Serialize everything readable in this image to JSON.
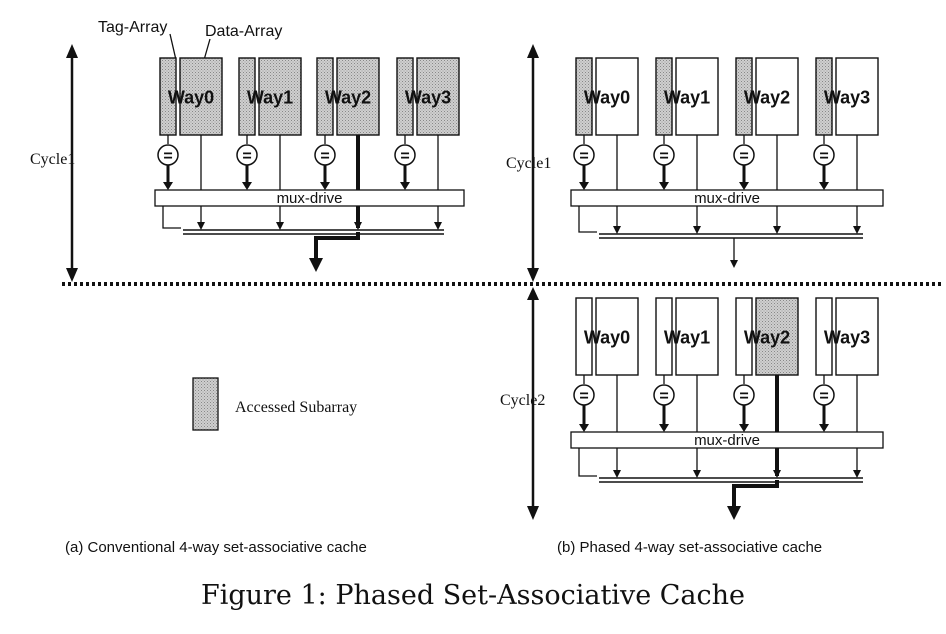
{
  "figure": {
    "caption": "Figure 1: Phased Set-Associative Cache",
    "labels": {
      "tag_array": "Tag-Array",
      "data_array": "Data-Array",
      "cycle1": "Cycle1",
      "cycle2": "Cycle2",
      "mux_drive": "mux-drive",
      "legend": "Accessed Subarray",
      "compare": "="
    },
    "ways": [
      "Way0",
      "Way1",
      "Way2",
      "Way3"
    ],
    "subcaptions": {
      "a": "(a) Conventional 4-way set-associative cache",
      "b": "(b) Phased 4-way set-associative cache"
    },
    "accessed": {
      "a_cycle1": {
        "tag": [
          true,
          true,
          true,
          true
        ],
        "data": [
          true,
          true,
          true,
          true
        ],
        "selected_way": 2
      },
      "b_cycle1": {
        "tag": [
          true,
          true,
          true,
          true
        ],
        "data": [
          false,
          false,
          false,
          false
        ]
      },
      "b_cycle2": {
        "tag": [
          false,
          false,
          false,
          false
        ],
        "data": [
          false,
          false,
          true,
          false
        ],
        "selected_way": 2
      }
    },
    "colors": {
      "accessed_fill": "#c9c9c9",
      "line": "#111111"
    }
  }
}
